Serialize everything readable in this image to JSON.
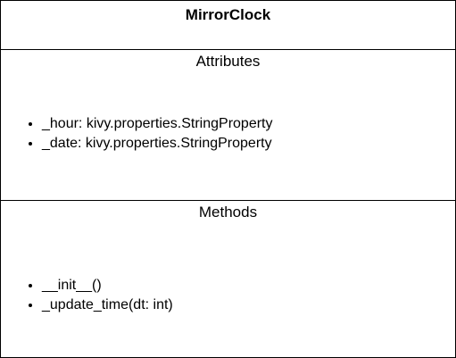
{
  "class_name": "MirrorClock",
  "attributes": {
    "title": "Attributes",
    "items": [
      "_hour: kivy.properties.StringProperty",
      "_date: kivy.properties.StringProperty"
    ]
  },
  "methods": {
    "title": "Methods",
    "items": [
      "__init__()",
      "_update_time(dt: int)"
    ]
  }
}
